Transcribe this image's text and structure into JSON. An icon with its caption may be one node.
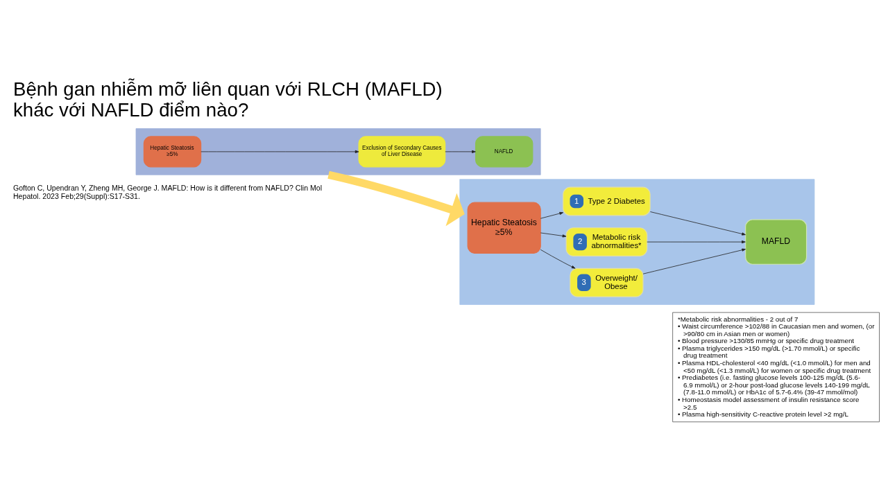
{
  "diagram": {
    "title": "Bệnh gan nhiễm mỡ liên quan với RLCH (MAFLD) khác với NAFLD điểm nào?",
    "nodes": [
      {
        "text": [],
        "shape": "arrow"
      },
      {
        "text": [
          "Hepatic Steatosis ≥5%"
        ],
        "in": 0
      },
      {
        "text": [
          "Exclusion of Secondary Causes of Liver Disease"
        ],
        "in": 0
      },
      {
        "text": [
          "NAFLD"
        ],
        "in": 0
      },
      {
        "text": [],
        "shape": "arrow"
      },
      {
        "text": [
          "Hepatic Steatosis ≥5%"
        ],
        "in": 4
      },
      {
        "text": [
          "1",
          "Type 2 Diabetes"
        ],
        "in": 4
      },
      {
        "text": [
          "2",
          "Metabolic risk abnormalities*"
        ],
        "in": 4
      },
      {
        "text": [
          "3",
          "Overweight/ Obese"
        ],
        "in": 4
      },
      {
        "text": [
          "MAFLD"
        ],
        "in": 4
      },
      {
        "text": [
          "*Metabolic risk abnormalities - 2 out of 7",
          "• Waist circumference >102/88 in Caucasian men and women, (or >90/80 cm in Asian men or women)",
          "• Blood pressure >130/85 mmHg or specific drug treatment",
          "• Plasma triglycerides >150 mg/dL (>1.70 mmol/L) or specific drug treatment",
          "• Plasma HDL-cholesterol <40 mg/dL (<1.0 mmol/L) for men and <50 mg/dL (<1.3 mmol/L) for women or specific drug treatment",
          "• Prediabetes (i.e. fasting glucose levels 100-125 mg/dL (5.6- 6.9 mmol/L) or 2-hour post-load glucose levels 140-199 mg/dL (7.8-11.0 mmol/L) or HbA1c of 5.7-6.4% (39-47 mmol/mol)",
          "• Homeostasis model assessment of insulin resistance score >2.5",
          "• Plasma high-sensitivity C-reactive protein level >2 mg/L"
        ]
      }
    ],
    "edges": [
      {
        "from": 1,
        "to": 2,
        "arrow": "to"
      },
      {
        "from": 2,
        "to": 3,
        "arrow": "to"
      },
      {
        "from": 0,
        "to": 4,
        "arrow": "to",
        "style": "thick",
        "color": "#ffd966"
      },
      {
        "from": 5,
        "to": 6,
        "arrow": "to"
      },
      {
        "from": 5,
        "to": 7,
        "arrow": "to"
      },
      {
        "from": 5,
        "to": 8,
        "arrow": "to"
      },
      {
        "from": 6,
        "to": 9,
        "arrow": "to"
      },
      {
        "from": 7,
        "to": 9,
        "arrow": "to"
      },
      {
        "from": 8,
        "to": 9,
        "arrow": "to"
      }
    ],
    "labels": [
      "Gofton C, Upendran Y, Zheng MH, George J. MAFLD: How is it different from NAFLD? Clin Mol Hepatol. 2023 Feb;29(Suppl):S17-S31."
    ]
  }
}
